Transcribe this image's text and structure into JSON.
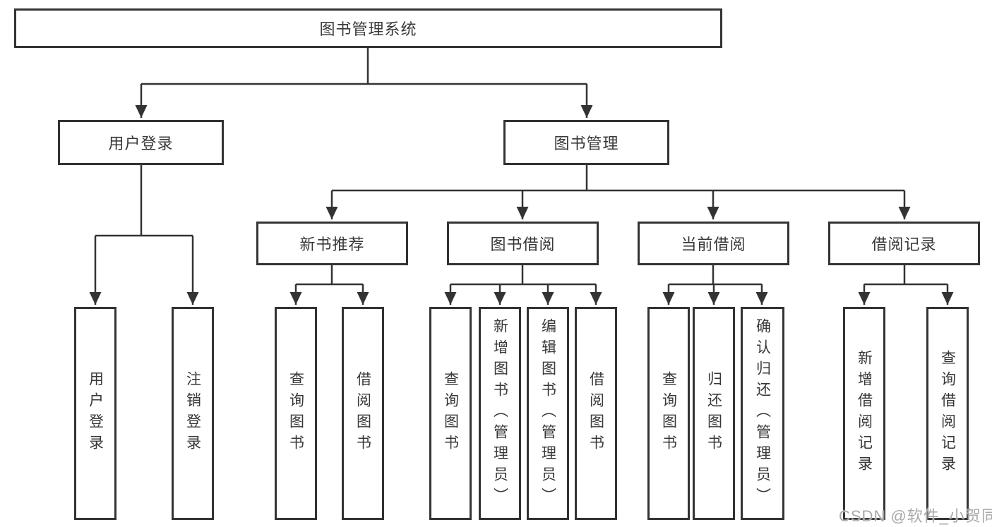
{
  "colors": {
    "line": "#333333",
    "box_border": "#333333",
    "box_background": "#ffffff",
    "text": "#383838",
    "watermark": "#a9a9a9"
  },
  "watermark": {
    "text": "CSDN @软件_小贺同学"
  },
  "diagram": {
    "root": {
      "label": "图书管理系统"
    },
    "branches": [
      {
        "label": "用户登录",
        "leaves": [
          {
            "label": "用户登录"
          },
          {
            "label": "注销登录"
          }
        ]
      },
      {
        "label": "图书管理",
        "sections": [
          {
            "label": "新书推荐",
            "leaves": [
              {
                "label": "查询图书"
              },
              {
                "label": "借阅图书"
              }
            ]
          },
          {
            "label": "图书借阅",
            "leaves": [
              {
                "label": "查询图书"
              },
              {
                "label": "新增图书（管理员）"
              },
              {
                "label": "编辑图书（管理员）"
              },
              {
                "label": "借阅图书"
              }
            ]
          },
          {
            "label": "当前借阅",
            "leaves": [
              {
                "label": "查询图书"
              },
              {
                "label": "归还图书"
              },
              {
                "label": "确认归还（管理员）"
              }
            ]
          },
          {
            "label": "借阅记录",
            "leaves": [
              {
                "label": "新增借阅记录"
              },
              {
                "label": "查询借阅记录"
              }
            ]
          }
        ]
      }
    ]
  }
}
